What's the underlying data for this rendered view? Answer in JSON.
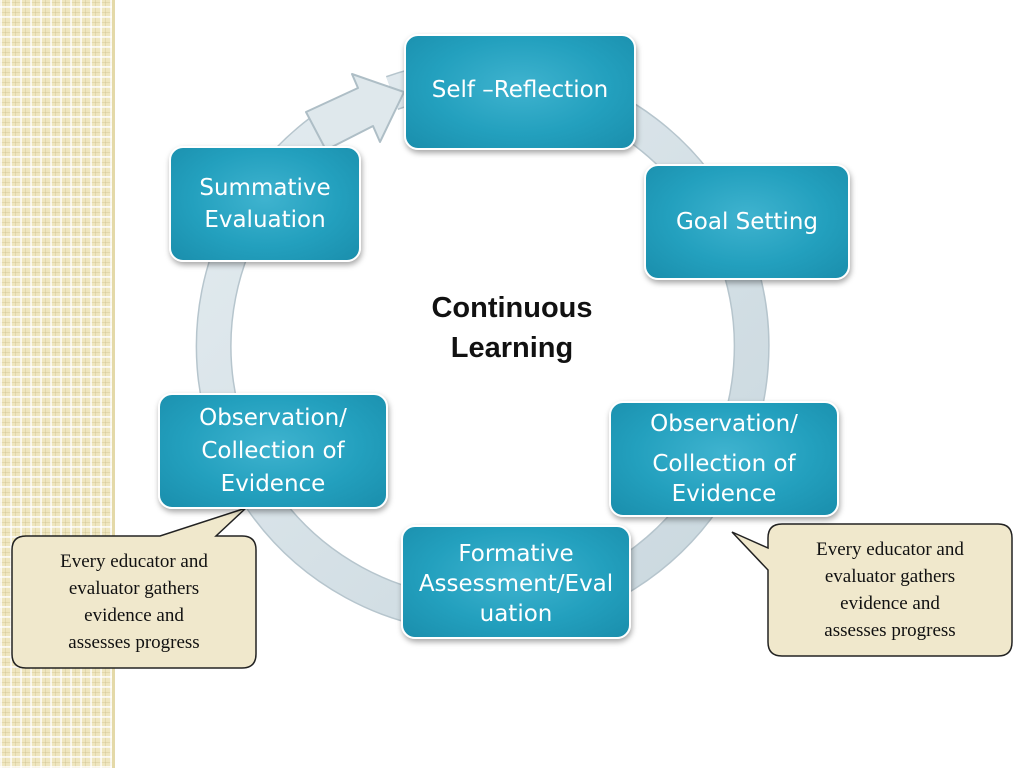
{
  "center_label": [
    "Continuous",
    "Learning"
  ],
  "nodes": {
    "self_reflection": [
      "Self –Reflection"
    ],
    "goal_setting": [
      "Goal Setting"
    ],
    "observation_right": [
      "Observation/",
      "Collection of",
      "Evidence"
    ],
    "formative": [
      "Formative",
      "Assessment/Eval",
      "uation"
    ],
    "observation_left": [
      "Observation/",
      "Collection of",
      "Evidence"
    ],
    "summative": [
      "Summative",
      "Evaluation"
    ]
  },
  "callouts": {
    "left": [
      "Every educator and",
      "evaluator gathers",
      "evidence and",
      "assesses progress"
    ],
    "right": [
      "Every educator and",
      "evaluator gathers",
      "evidence and",
      "assesses progress"
    ]
  },
  "colors": {
    "node_fill": "#23a0be",
    "node_text": "#ffffff",
    "ring": "#d3dfe5",
    "callout_fill": "#f0e8cc",
    "side_band": "#efe6bf"
  },
  "icons": {
    "cycle_arrow": "clockwise-arrow-icon"
  }
}
